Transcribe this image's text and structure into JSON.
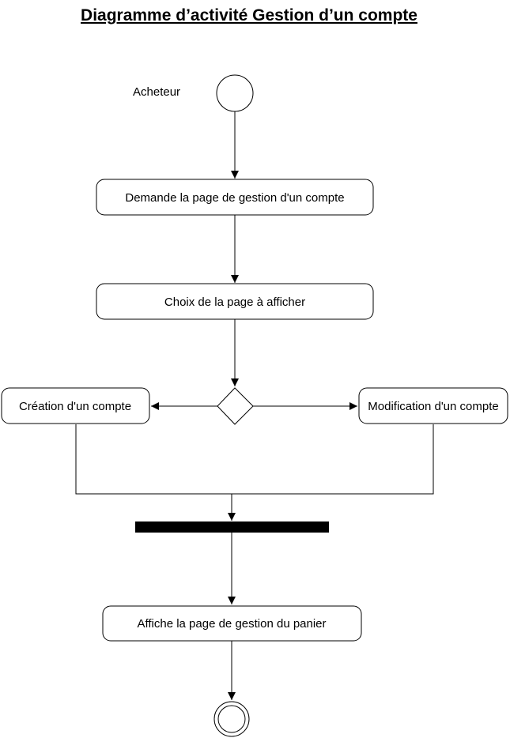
{
  "diagram": {
    "title": "Diagramme d’activité Gestion d’un compte",
    "actor": "Acheteur",
    "actions": {
      "request_account_page": "Demande la page de gestion d'un compte",
      "choose_page": "Choix de la page à afficher",
      "create_account": "Création d'un compte",
      "modify_account": "Modification d'un compte",
      "show_cart_page": "Affiche la page de gestion du panier"
    }
  }
}
